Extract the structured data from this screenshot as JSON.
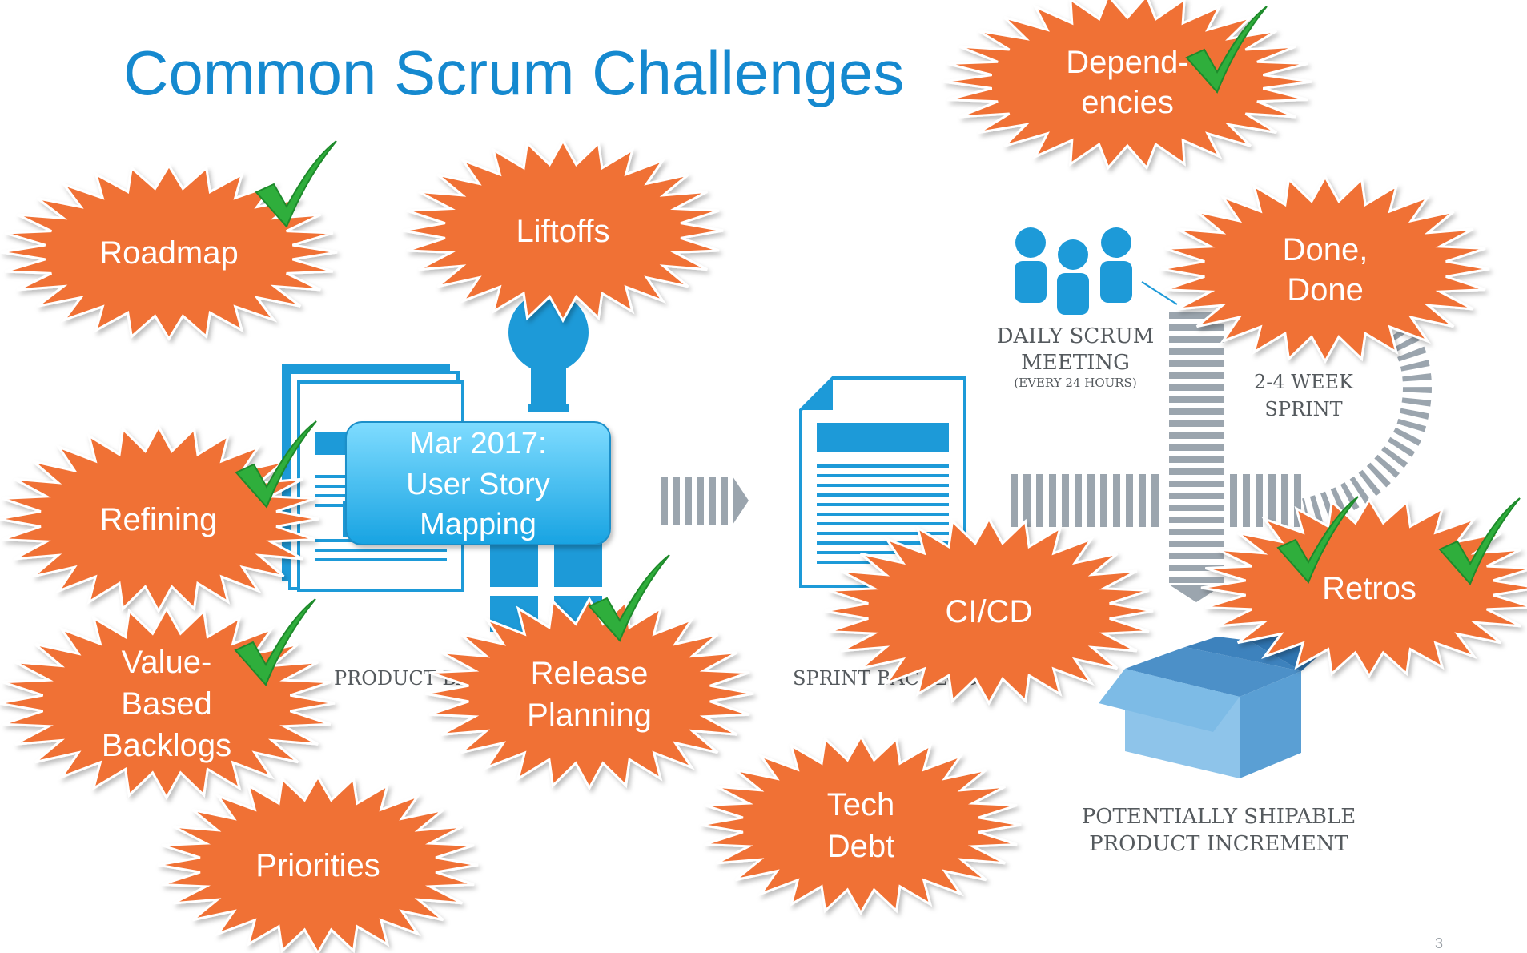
{
  "title": "Common Scrum Challenges",
  "page_number": "3",
  "diagram": {
    "product_backlog_label": "PRODUCT BACKLOG",
    "sprint_backlog_label": "SPRINT BACKLOG",
    "daily_scrum_label_1": "DAILY SCRUM",
    "daily_scrum_label_2": "MEETING",
    "daily_scrum_sub": "(EVERY 24 HOURS)",
    "sprint_label_1": "2-4 WEEK",
    "sprint_label_2": "SPRINT",
    "increment_label_1": "POTENTIALLY SHIPABLE",
    "increment_label_2": "PRODUCT INCREMENT"
  },
  "callout": {
    "lines": [
      "Mar 2017:",
      "User Story",
      "Mapping"
    ]
  },
  "challenges": [
    {
      "name": "dependencies",
      "lines": [
        "Depend-",
        "encies"
      ],
      "checked": true
    },
    {
      "name": "roadmap",
      "lines": [
        "Roadmap"
      ],
      "checked": true
    },
    {
      "name": "liftoffs",
      "lines": [
        "Liftoffs"
      ],
      "checked": false
    },
    {
      "name": "done-done",
      "lines": [
        "Done,",
        "Done"
      ],
      "checked": false
    },
    {
      "name": "refining",
      "lines": [
        "Refining"
      ],
      "checked": true
    },
    {
      "name": "retros",
      "lines": [
        "Retros"
      ],
      "checked": true
    },
    {
      "name": "ci-cd",
      "lines": [
        "CI/CD"
      ],
      "checked": false
    },
    {
      "name": "value-based-backlogs",
      "lines": [
        "Value-",
        "Based",
        "Backlogs"
      ],
      "checked": true
    },
    {
      "name": "release-planning",
      "lines": [
        "Release",
        "Planning"
      ],
      "checked": true
    },
    {
      "name": "tech-debt",
      "lines": [
        "Tech",
        "Debt"
      ],
      "checked": false
    },
    {
      "name": "priorities",
      "lines": [
        "Priorities"
      ],
      "checked": false
    }
  ],
  "colors": {
    "title": "#1589cf",
    "burst_fill": "#f07135",
    "burst_stroke": "#ffffff",
    "check": "#2fae3c",
    "diagram_blue": "#1d9ad8",
    "arrow_gray": "#9ba5ae",
    "callout_fill": "#38b9ec"
  }
}
